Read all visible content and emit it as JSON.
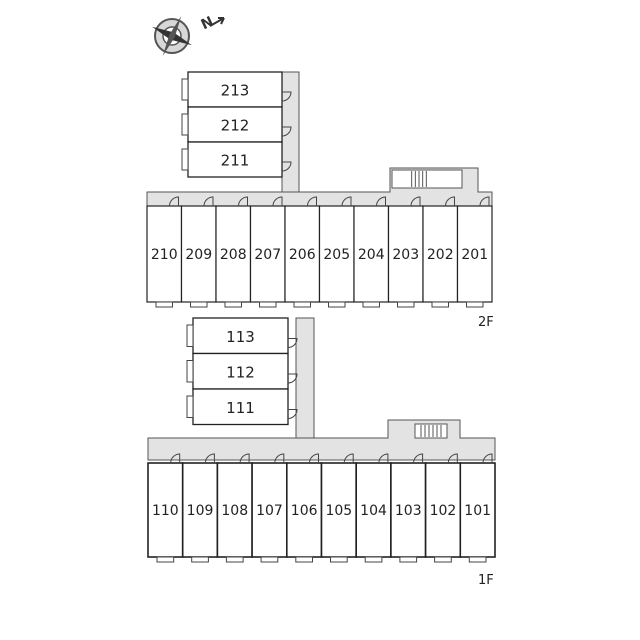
{
  "compass": {
    "label": "N"
  },
  "floors": [
    {
      "label": "2F",
      "rooms_row": [
        "210",
        "209",
        "208",
        "207",
        "206",
        "205",
        "204",
        "203",
        "202",
        "201"
      ],
      "rooms_stack": [
        "213",
        "212",
        "211"
      ]
    },
    {
      "label": "1F",
      "rooms_row": [
        "110",
        "109",
        "108",
        "107",
        "106",
        "105",
        "104",
        "103",
        "102",
        "101"
      ],
      "rooms_stack": [
        "113",
        "112",
        "111"
      ]
    }
  ]
}
